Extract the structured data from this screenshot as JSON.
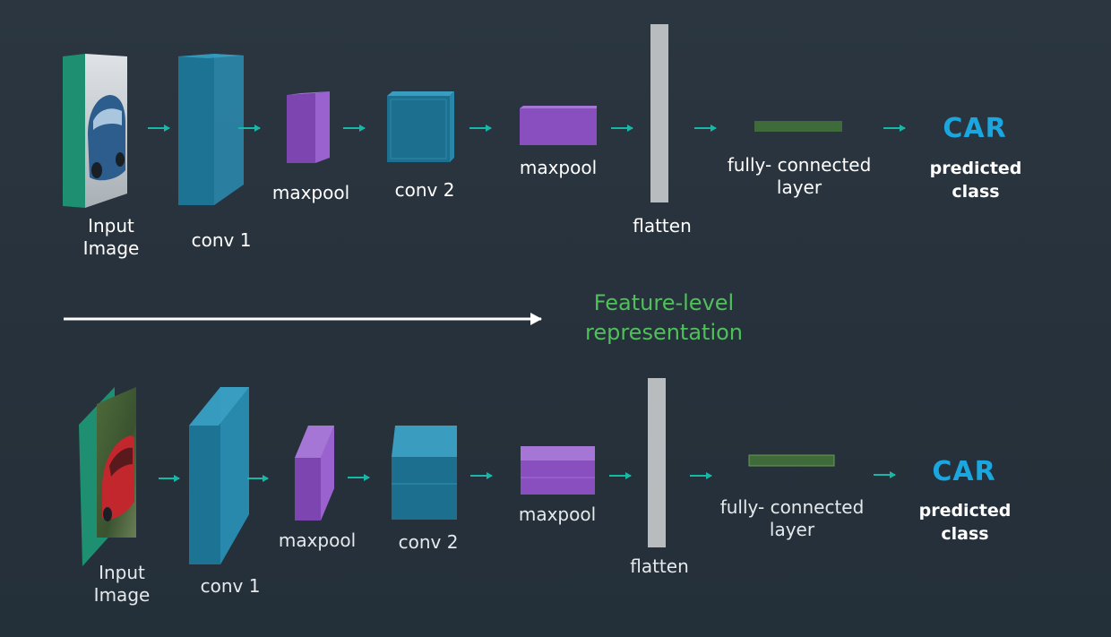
{
  "top_row": {
    "input_label_line1": "Input",
    "input_label_line2": "Image",
    "conv1": "conv 1",
    "maxpool1": "maxpool",
    "conv2": "conv 2",
    "maxpool2": "maxpool",
    "flatten": "flatten",
    "fc_line1": "fully- connected",
    "fc_line2": "layer",
    "output": "CAR",
    "output_sub_line1": "predicted",
    "output_sub_line2": "class"
  },
  "middle": {
    "label_line1": "Feature-level",
    "label_line2": "representation"
  },
  "bottom_row": {
    "input_label_line1": "Input",
    "input_label_line2": "Image",
    "conv1": "conv 1",
    "maxpool1": "maxpool",
    "conv2": "conv 2",
    "maxpool2": "maxpool",
    "flatten": "flatten",
    "fc_line1": "fully- connected",
    "fc_line2": "layer",
    "output": "CAR",
    "output_sub_line1": "predicted",
    "output_sub_line2": "class"
  },
  "colors": {
    "background": "#2a343e",
    "conv_block": "#1f7fa3",
    "maxpool_block": "#8a4fbf",
    "flatten_bar": "#b9bcbe",
    "fc_bar": "#3f6b3a",
    "arrow": "#16b9a8",
    "car_text": "#1aa7e0",
    "feature_text": "#4fc05a",
    "input_frame": "#1f8f72"
  }
}
